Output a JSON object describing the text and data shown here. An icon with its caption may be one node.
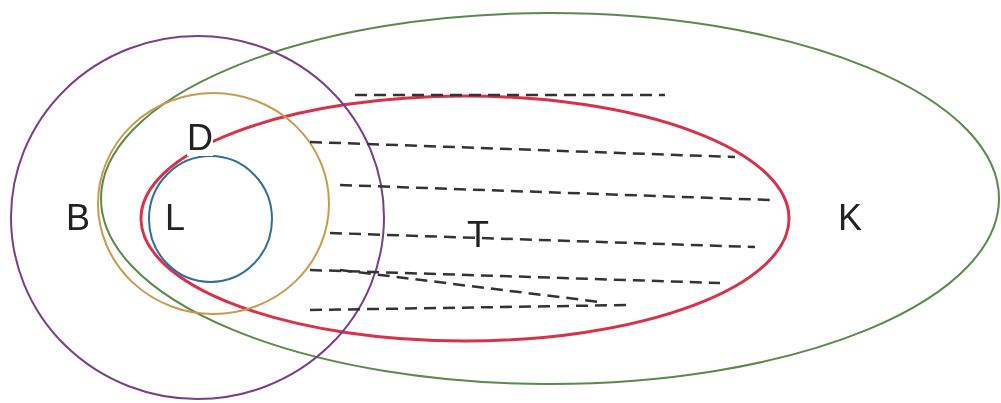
{
  "diagram": {
    "nodes": [
      {
        "text": [
          "B"
        ]
      },
      {
        "text": [
          "D"
        ]
      },
      {
        "text": [
          "L"
        ],
        "in": 1
      },
      {
        "text": [
          "T"
        ],
        "in": 4
      },
      {
        "text": [
          "K"
        ]
      }
    ]
  }
}
